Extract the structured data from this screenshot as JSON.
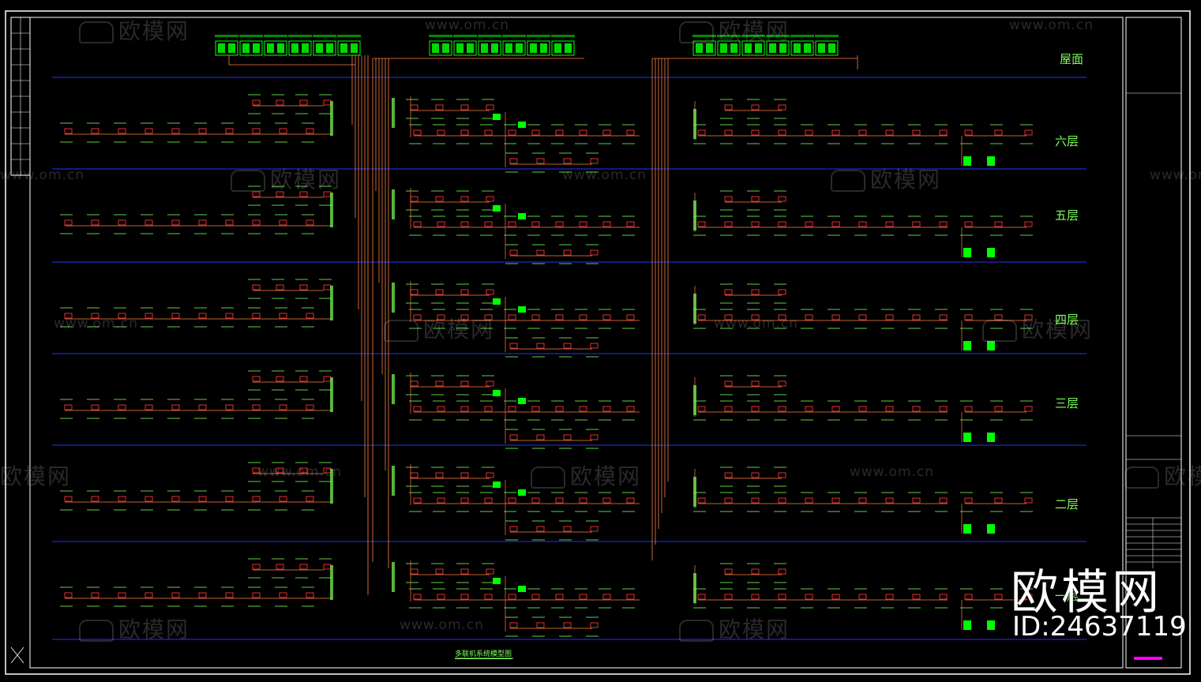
{
  "floors": [
    "屋面",
    "六层",
    "五层",
    "四层",
    "三层",
    "二层",
    "一层"
  ],
  "diagram_title": "多联机系统模型图",
  "watermarks": {
    "brand_cn": "欧模网",
    "url": "www.om.cn"
  },
  "brand": {
    "name": "欧模网",
    "id_text": "ID:24637119"
  },
  "colors": {
    "background": "#000000",
    "frame": "#ffffff",
    "floor_line": "#2233ff",
    "pipe": "#ff8040",
    "equipment": "#00ff00",
    "unit": "#ff3333",
    "label": "#7cff5a",
    "accent": "#ff00ff"
  }
}
